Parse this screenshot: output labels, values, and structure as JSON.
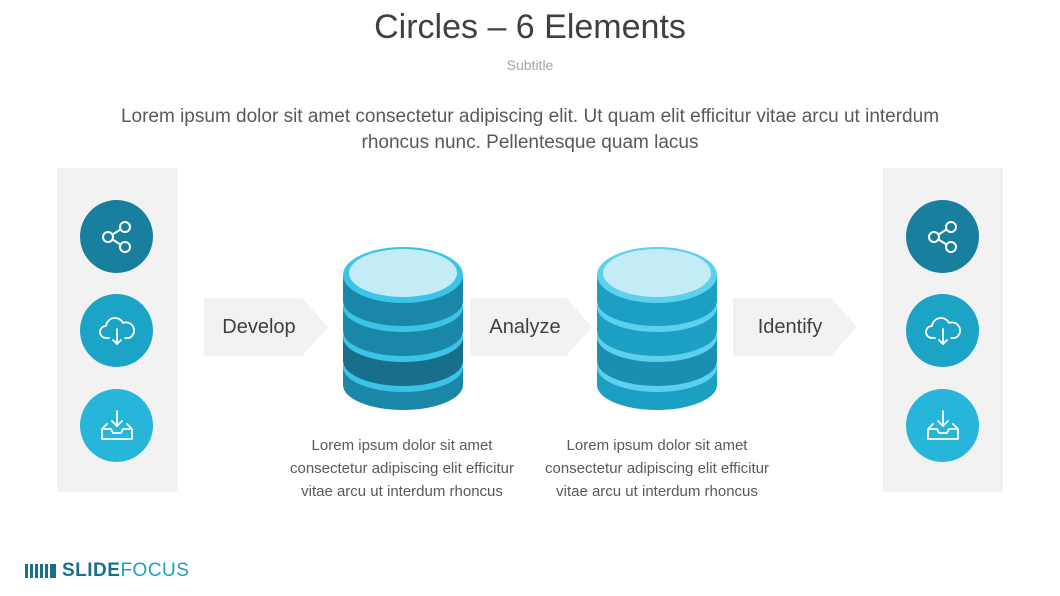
{
  "header": {
    "title": "Circles – 6 Elements",
    "subtitle": "Subtitle",
    "lead": "Lorem ipsum dolor sit amet consectetur adipiscing elit. Ut quam elit efficitur vitae arcu ut interdum rhoncus nunc. Pellentesque quam lacus"
  },
  "colors": {
    "dark_teal": "#197f9e",
    "mid_teal": "#1ba4c6",
    "light_teal": "#27b5d9",
    "stack_top": "#c3ecf7",
    "panel_gray": "#f2f2f2"
  },
  "left_panel": {
    "icons": [
      "share-icon",
      "cloud-download-icon",
      "inbox-download-icon"
    ]
  },
  "right_panel": {
    "icons": [
      "share-icon",
      "cloud-download-icon",
      "inbox-download-icon"
    ]
  },
  "flow": {
    "steps": [
      {
        "label": "Develop"
      },
      {
        "label": "Analyze"
      },
      {
        "label": "Identify"
      }
    ]
  },
  "stacks": [
    {
      "icon": "database-stack-icon",
      "description": "Lorem ipsum dolor sit amet consectetur adipiscing elit efficitur vitae arcu ut interdum rhoncus"
    },
    {
      "icon": "database-stack-icon",
      "description": "Lorem ipsum dolor sit amet consectetur adipiscing elit efficitur vitae arcu ut interdum rhoncus"
    }
  ],
  "brand": {
    "name_bold": "SLIDE",
    "name_light": "FOCUS"
  }
}
